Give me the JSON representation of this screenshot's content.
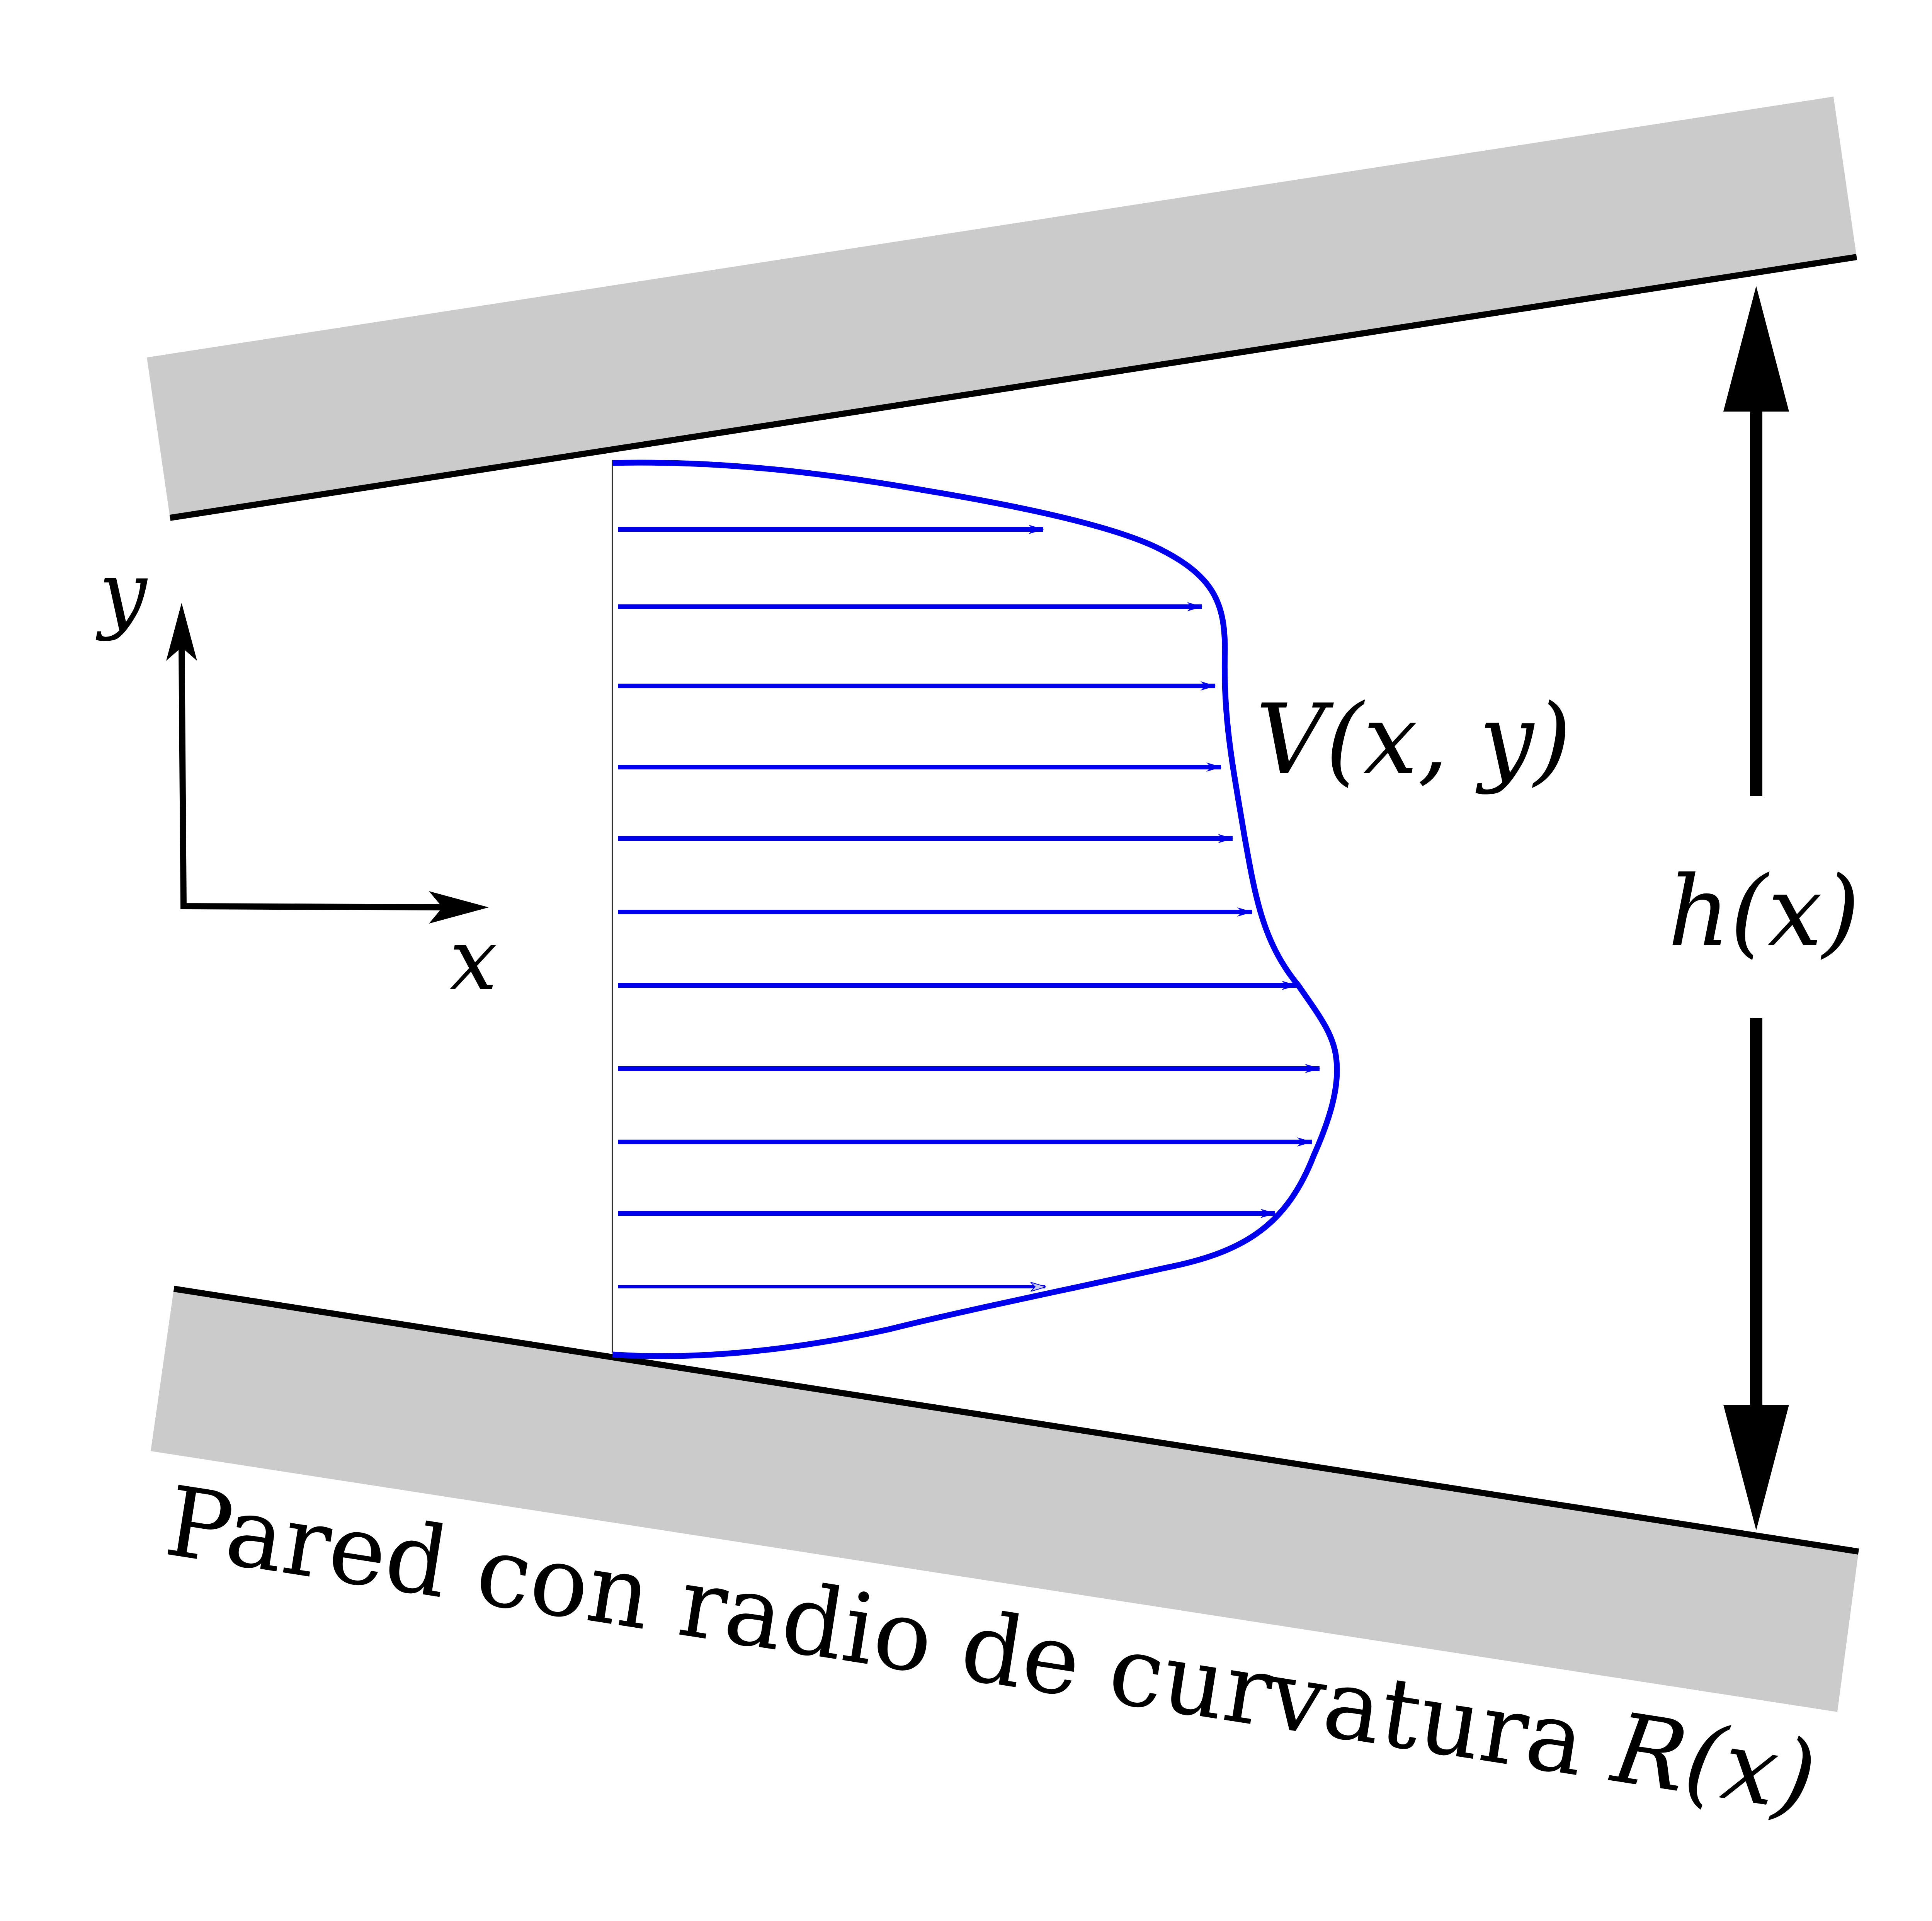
{
  "colors": {
    "wall_fill": "#cbcbcb",
    "wall_edge": "#000000",
    "profile": "#0000ee",
    "arrow": "#000000",
    "background": "#ffffff"
  },
  "labels": {
    "axis_y": "y",
    "axis_x": "x",
    "velocity": "V(x, y)",
    "height": "h(x)",
    "wall_caption_text": "Pared con radio de curvatura ",
    "wall_caption_math": "R(x)"
  },
  "icons": {
    "axis_y_arrow": "arrow-up-icon",
    "axis_x_arrow": "arrow-right-icon",
    "height_top_arrow": "arrow-up-icon",
    "height_bottom_arrow": "arrow-down-icon"
  },
  "profile": {
    "arrow_count": 11
  }
}
